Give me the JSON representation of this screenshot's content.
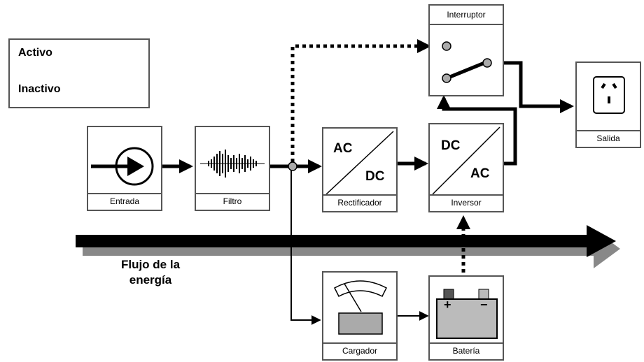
{
  "legend": {
    "active_label": "Activo",
    "inactive_label": "Inactivo"
  },
  "flow_label": {
    "line1": "Flujo de la",
    "line2": "energía"
  },
  "blocks": {
    "entrada": "Entrada",
    "filtro": "Filtro",
    "rectificador": "Rectificador",
    "inversor": "Inversor",
    "interruptor": "Interruptor",
    "salida": "Salida",
    "cargador": "Cargador",
    "bateria": "Batería"
  },
  "rectifier_text": {
    "top": "AC",
    "bottom": "DC"
  },
  "inverter_text": {
    "top": "DC",
    "bottom": "AC"
  },
  "battery_signs": {
    "plus": "+",
    "minus": "−"
  },
  "colors": {
    "line": "#000000",
    "border": "#555555",
    "shadow": "#888888",
    "node": "#aaaaaa"
  }
}
